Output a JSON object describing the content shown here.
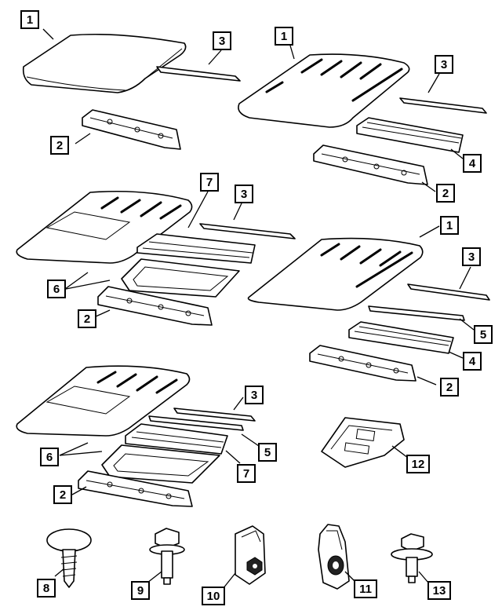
{
  "callouts": {
    "a1": "1",
    "a3": "3",
    "a2": "2",
    "b1": "1",
    "b3": "3",
    "b4": "4",
    "b2": "2",
    "c7": "7",
    "c3": "3",
    "c6": "6",
    "c2": "2",
    "d1": "1",
    "d3": "3",
    "d5": "5",
    "d4": "4",
    "d2": "2",
    "e3": "3",
    "e6": "6",
    "e5": "5",
    "e7": "7",
    "e2": "2",
    "p12": "12",
    "p8": "8",
    "p9": "9",
    "p10": "10",
    "p11": "11",
    "p13": "13"
  }
}
